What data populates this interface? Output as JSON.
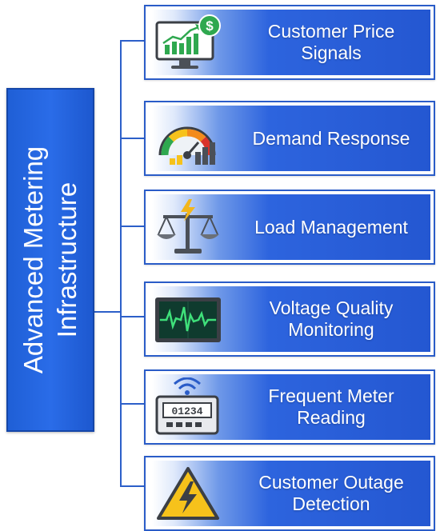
{
  "title": "Advanced Metering Infrastructure",
  "items": [
    {
      "label": "Customer Price Signals",
      "icon": "price-chart-monitor-icon"
    },
    {
      "label": "Demand Response",
      "icon": "gauge-meter-icon"
    },
    {
      "label": "Load Management",
      "icon": "balance-scale-lightning-icon"
    },
    {
      "label": "Voltage Quality Monitoring",
      "icon": "waveform-monitor-icon"
    },
    {
      "label": "Frequent Meter Reading",
      "icon": "wireless-meter-icon",
      "meter_display": "01234"
    },
    {
      "label": "Customer Outage Detection",
      "icon": "warning-lightning-icon"
    }
  ],
  "colors": {
    "primary": "#2457d1",
    "border": "#2a5cc8",
    "line": "#2c5fc9",
    "icon_green": "#2fa84f",
    "warning_yellow": "#f6c21b",
    "lightning": "#f2b61c"
  }
}
